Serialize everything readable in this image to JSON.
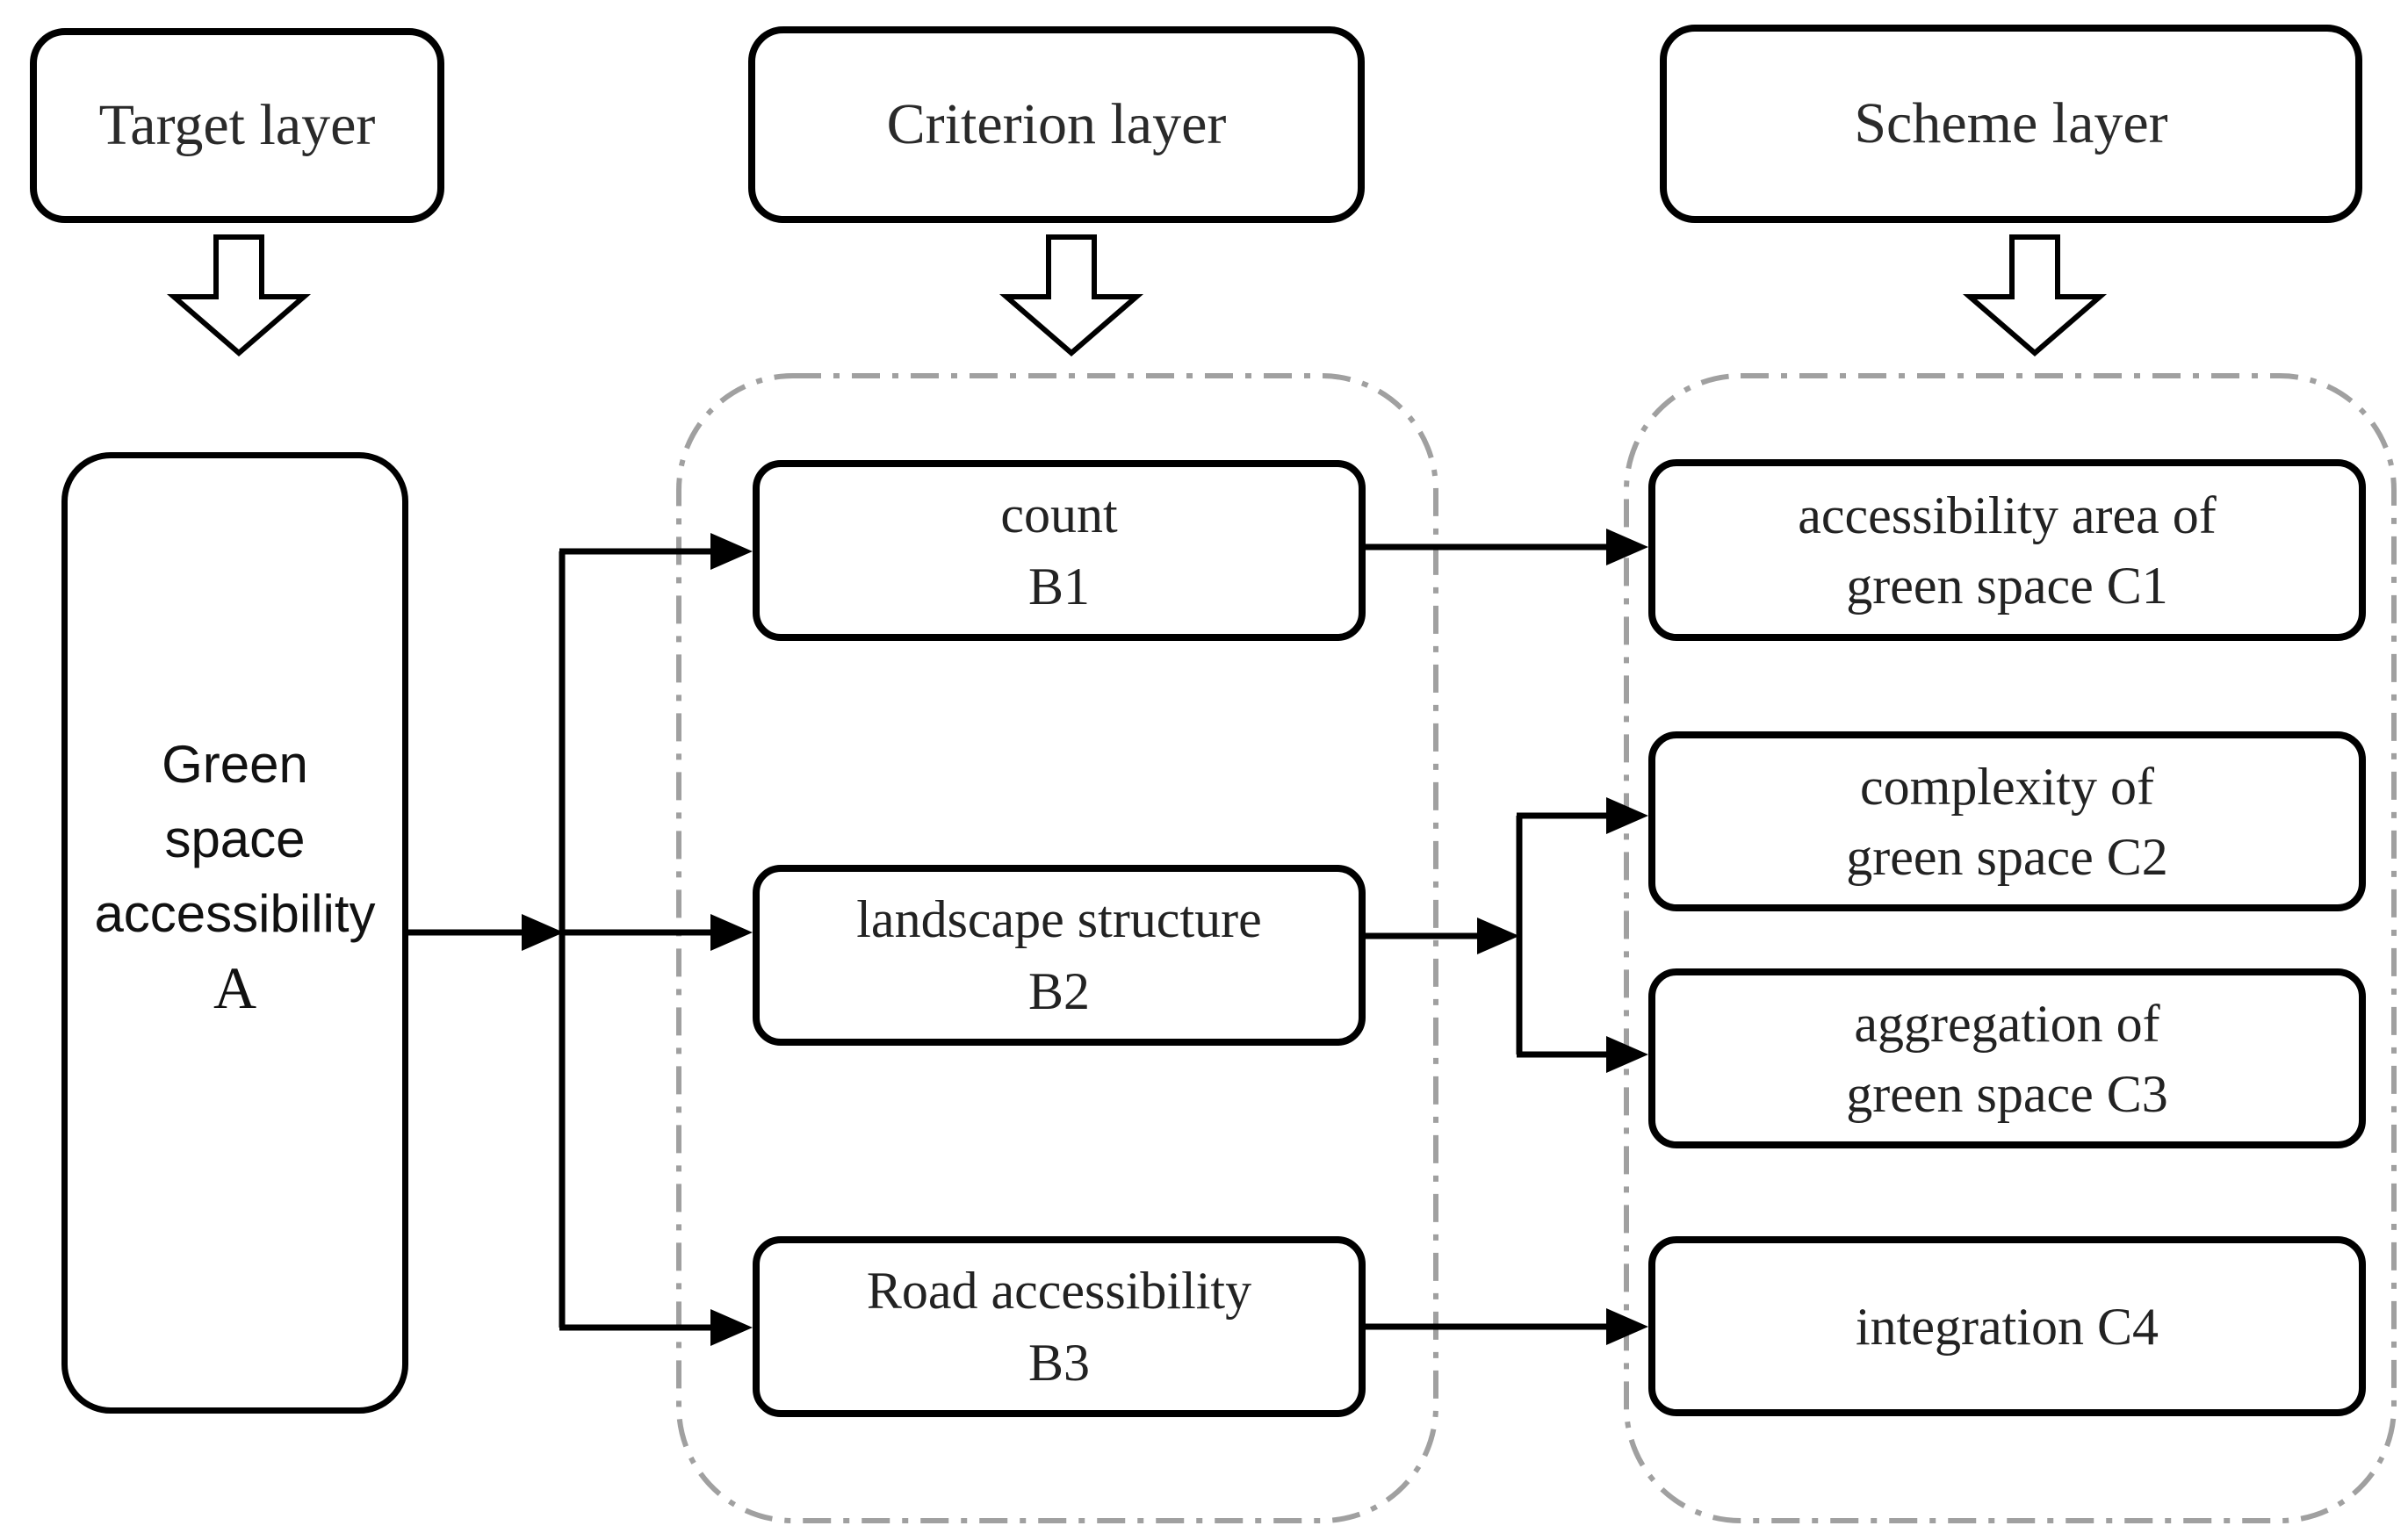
{
  "figure": {
    "headers": {
      "target": "Target layer",
      "criterion": "Criterion layer",
      "scheme": "Scheme layer"
    },
    "target_node": {
      "lines": [
        "Green",
        "space",
        "accessibility",
        "A"
      ]
    },
    "criterion_nodes": {
      "b1": {
        "lines": [
          "count",
          "B1"
        ]
      },
      "b2": {
        "lines": [
          "landscape structure",
          "B2"
        ]
      },
      "b3": {
        "lines": [
          "Road accessibility",
          "B3"
        ]
      }
    },
    "scheme_nodes": {
      "c1": {
        "lines": [
          "accessibility area of",
          "green space C1"
        ]
      },
      "c2": {
        "lines": [
          "complexity of",
          "green space C2"
        ]
      },
      "c3": {
        "lines": [
          "aggregation of",
          "green space C3"
        ]
      },
      "c4": {
        "lines": [
          "integration C4"
        ]
      }
    },
    "colors": {
      "stroke": "#000000",
      "dashed_border": "#a0a0a0",
      "text": "#1a1a1a",
      "background": "#ffffff"
    }
  }
}
